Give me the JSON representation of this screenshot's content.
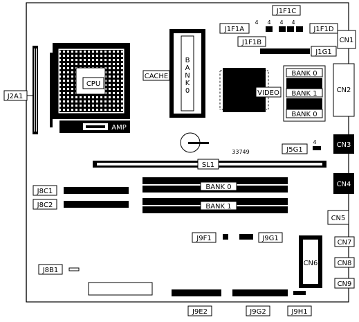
{
  "board_id": "33749",
  "connectors": {
    "cn1": "CN1",
    "cn2": "CN2",
    "cn3": "CN3",
    "cn4": "CN4",
    "cn5": "CN5",
    "cn6": "CN6",
    "cn7": "CN7",
    "cn8": "CN8",
    "cn9": "CN9"
  },
  "jumpers": {
    "j1f1a": "J1F1A",
    "j1f1b": "J1F1B",
    "j1f1c": "J1F1C",
    "j1f1d": "J1F1D",
    "j1g1": "J1G1",
    "j2a1": "J2A1",
    "j5g1": "J5G1",
    "j8c1": "J8C1",
    "j8c2": "J8C2",
    "j8b1": "J8B1",
    "j9f1": "J9F1",
    "j9g1": "J9G1",
    "j9e2": "J9E2",
    "j9g2": "J9G2",
    "j9h1": "J9H1"
  },
  "pin_one_marks": [
    "4",
    "4",
    "4",
    "4",
    "4"
  ],
  "components": {
    "cpu": "CPU",
    "amp": "AMP",
    "cache": "CACHE",
    "cache_bank_letters": [
      "B",
      "A",
      "N",
      "K",
      "0"
    ],
    "video": "VIDEO",
    "video_bank_top": "BANK 0",
    "video_bank_mid": "BANK 1",
    "video_bank_bot": "BANK 0",
    "slot": "SL1",
    "dimm_bank0": "BANK 0",
    "dimm_bank1": "BANK 1"
  },
  "colors": {
    "ink": "#000000",
    "paper": "#ffffff"
  }
}
